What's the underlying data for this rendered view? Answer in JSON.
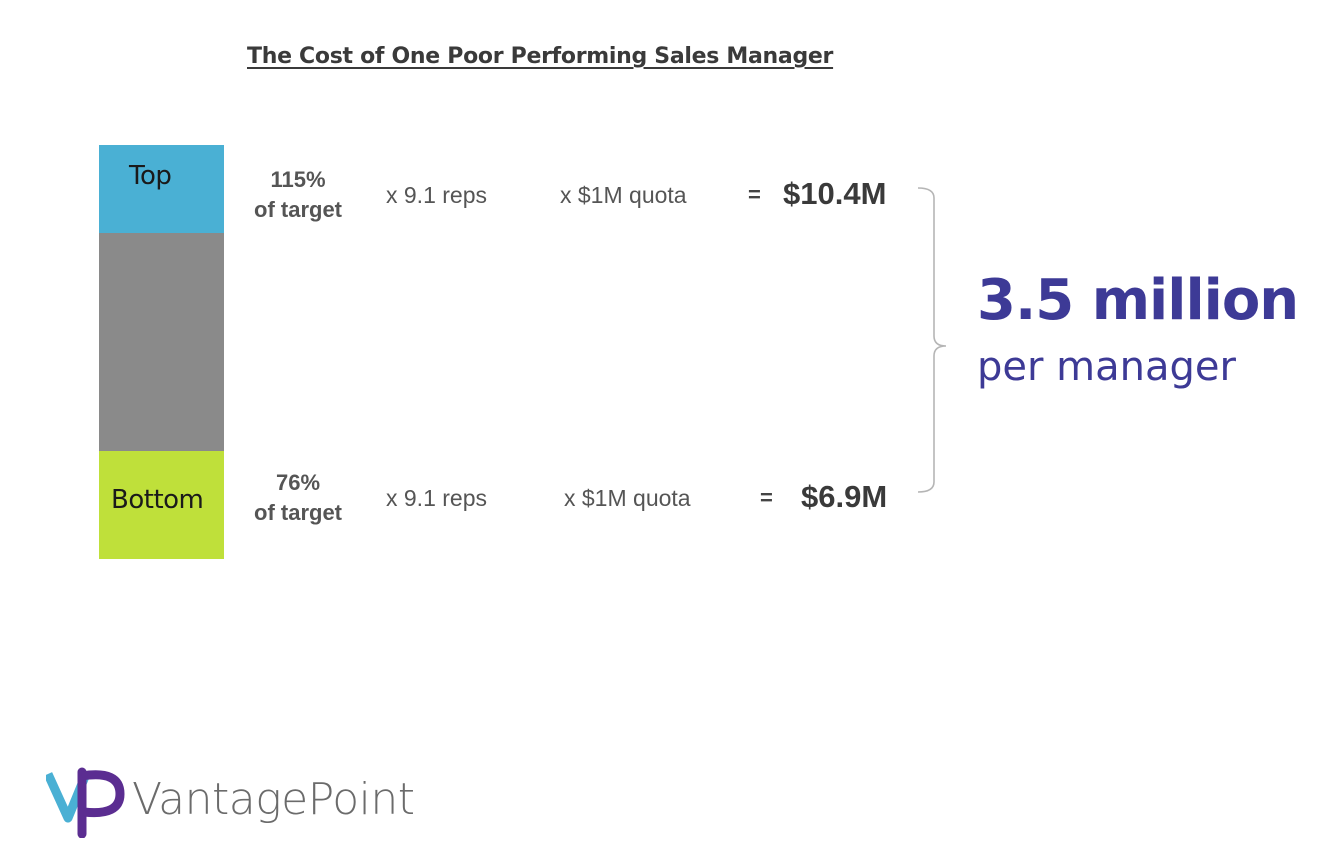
{
  "title": "The Cost of One Poor Performing Sales Manager",
  "bars": {
    "top_label": "Top",
    "bottom_label": "Bottom",
    "colors": {
      "top": "#4ab0d4",
      "middle": "#8a8a8a",
      "bottom": "#bfe03a"
    }
  },
  "rows": {
    "top": {
      "pct_value": "115%",
      "pct_text": "of target",
      "reps": "x  9.1 reps",
      "quota": "x  $1M quota",
      "equals": "=",
      "result": "$10.4M"
    },
    "bottom": {
      "pct_value": "76%",
      "pct_text": "of target",
      "reps": "x  9.1 reps",
      "quota": "x  $1M quota",
      "equals": "=",
      "result": "$6.9M"
    }
  },
  "summary": {
    "headline": "3.5 million",
    "subline": "per manager",
    "color": "#3d3a96"
  },
  "brand": {
    "name": "VantagePoint",
    "icon": "vp-logo-icon"
  }
}
